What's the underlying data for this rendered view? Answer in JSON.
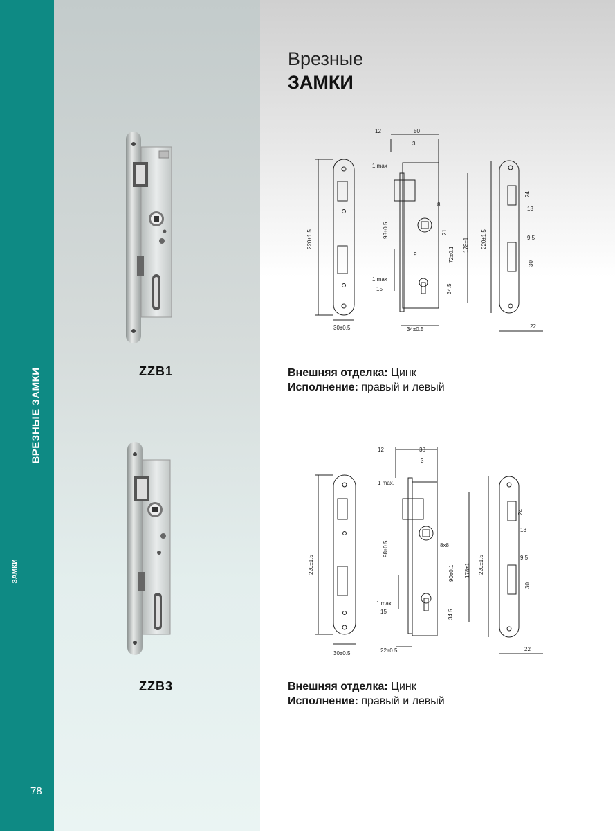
{
  "sidebar": {
    "section": "ВРЕЗНЫЕ ЗАМКИ",
    "subsection": "ЗАМКИ",
    "page_number": "78",
    "color": "#0e8a84"
  },
  "header": {
    "title_line1": "Врезные",
    "title_line2": "ЗАМКИ"
  },
  "products": [
    {
      "model": "ZZB1",
      "finish_label": "Внешняя отделка:",
      "finish_value": "Цинк",
      "execution_label": "Исполнение:",
      "execution_value": "правый и левый",
      "dims": {
        "backset": "50",
        "top_offset": "12",
        "offset3": "3",
        "max1": "1 max",
        "d8": "8",
        "d21": "21",
        "d98": "98±0.5",
        "d72": "72±0.1",
        "d178": "178±1",
        "d220": "220±1.5",
        "d9": "9",
        "d34_5": "34.5",
        "d15": "15",
        "d30": "30±0.5",
        "d34": "34±0.5",
        "d24": "24",
        "d13": "13",
        "d9_5": "9.5",
        "d30s": "30",
        "d22": "22"
      }
    },
    {
      "model": "ZZB3",
      "finish_label": "Внешняя отделка:",
      "finish_value": "Цинк",
      "execution_label": "Исполнение:",
      "execution_value": "правый и левый",
      "dims": {
        "backset": "38",
        "top_offset": "12",
        "offset3": "3",
        "max1": "1 max.",
        "d8x8": "8x8",
        "d98": "98±0.5",
        "d90": "90±0.1",
        "d178": "178±1",
        "d220": "220±1.5",
        "d34_5": "34.5",
        "d15": "15",
        "d30": "30±0.5",
        "d22": "22±0.5",
        "d24": "24",
        "d13": "13",
        "d9_5": "9.5",
        "d30s": "30",
        "d22s": "22"
      }
    }
  ]
}
